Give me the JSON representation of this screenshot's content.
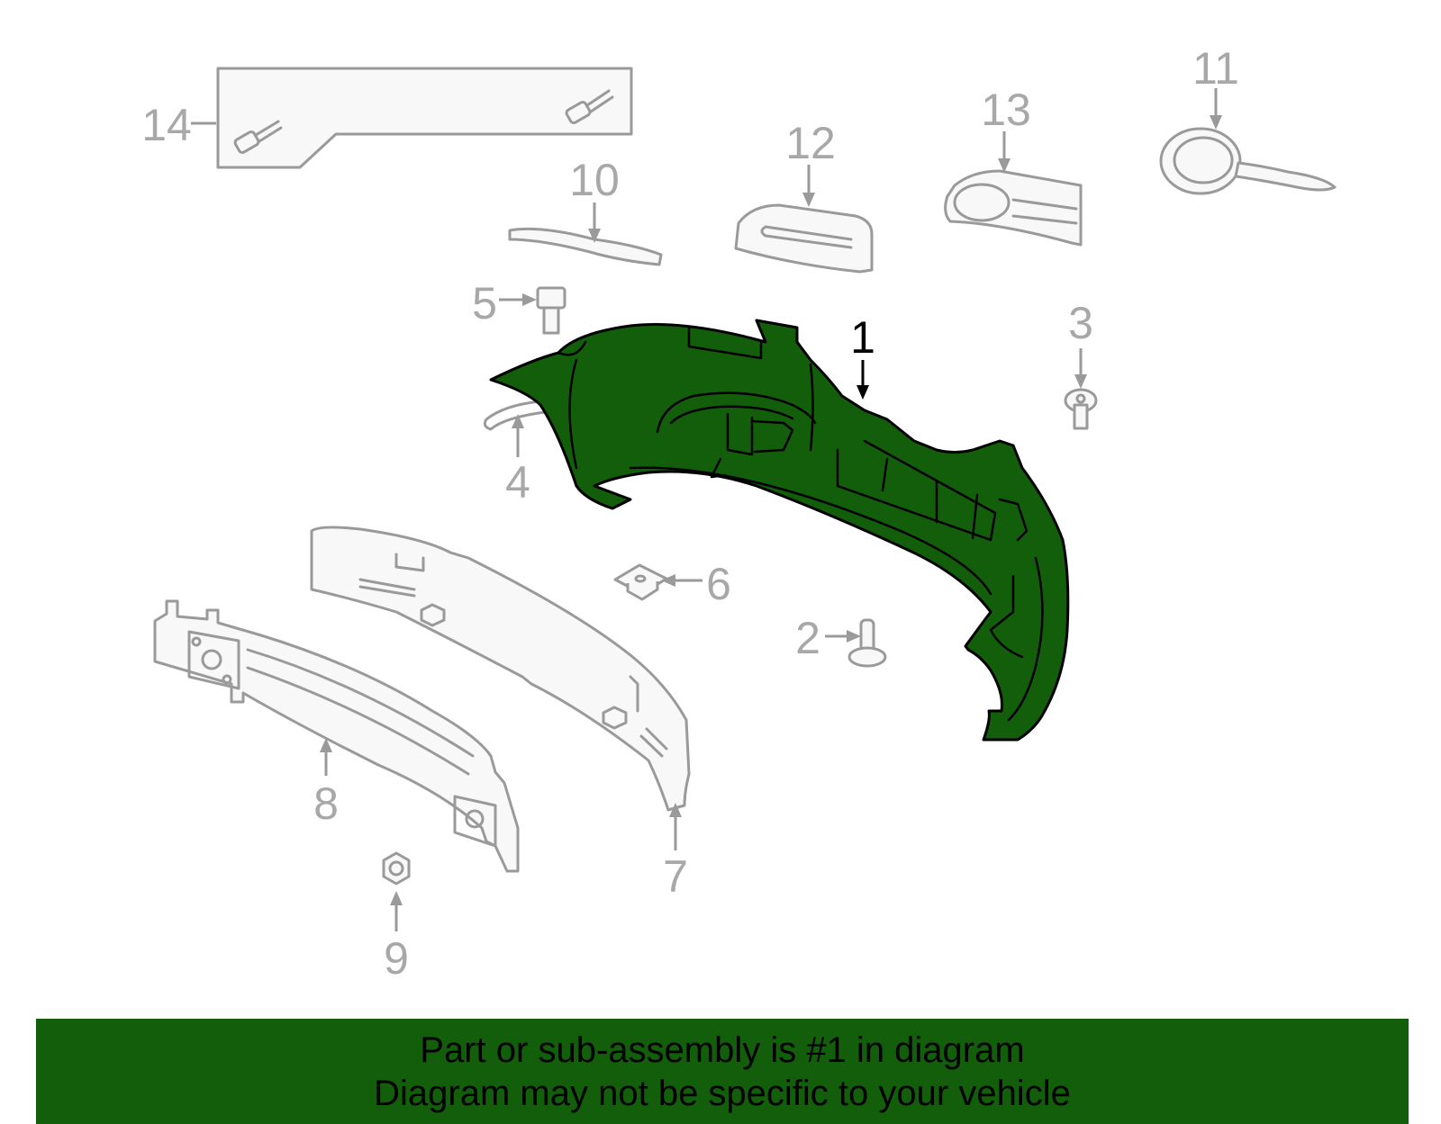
{
  "callouts": [
    {
      "id": "1",
      "label": "1",
      "highlighted": true
    },
    {
      "id": "2",
      "label": "2",
      "highlighted": false
    },
    {
      "id": "3",
      "label": "3",
      "highlighted": false
    },
    {
      "id": "4",
      "label": "4",
      "highlighted": false
    },
    {
      "id": "5",
      "label": "5",
      "highlighted": false
    },
    {
      "id": "6",
      "label": "6",
      "highlighted": false
    },
    {
      "id": "7",
      "label": "7",
      "highlighted": false
    },
    {
      "id": "8",
      "label": "8",
      "highlighted": false
    },
    {
      "id": "9",
      "label": "9",
      "highlighted": false
    },
    {
      "id": "10",
      "label": "10",
      "highlighted": false
    },
    {
      "id": "11",
      "label": "11",
      "highlighted": false
    },
    {
      "id": "12",
      "label": "12",
      "highlighted": false
    },
    {
      "id": "13",
      "label": "13",
      "highlighted": false
    },
    {
      "id": "14",
      "label": "14",
      "highlighted": false
    }
  ],
  "banner": {
    "line1": "Part or sub-assembly is #1 in diagram",
    "line2": "Diagram may not be specific to your vehicle"
  },
  "colors": {
    "highlight": "#135e0a",
    "part_outline": "#9a9a9a",
    "label_gray": "#a8a8a8",
    "banner_bg": "#135e0a"
  }
}
